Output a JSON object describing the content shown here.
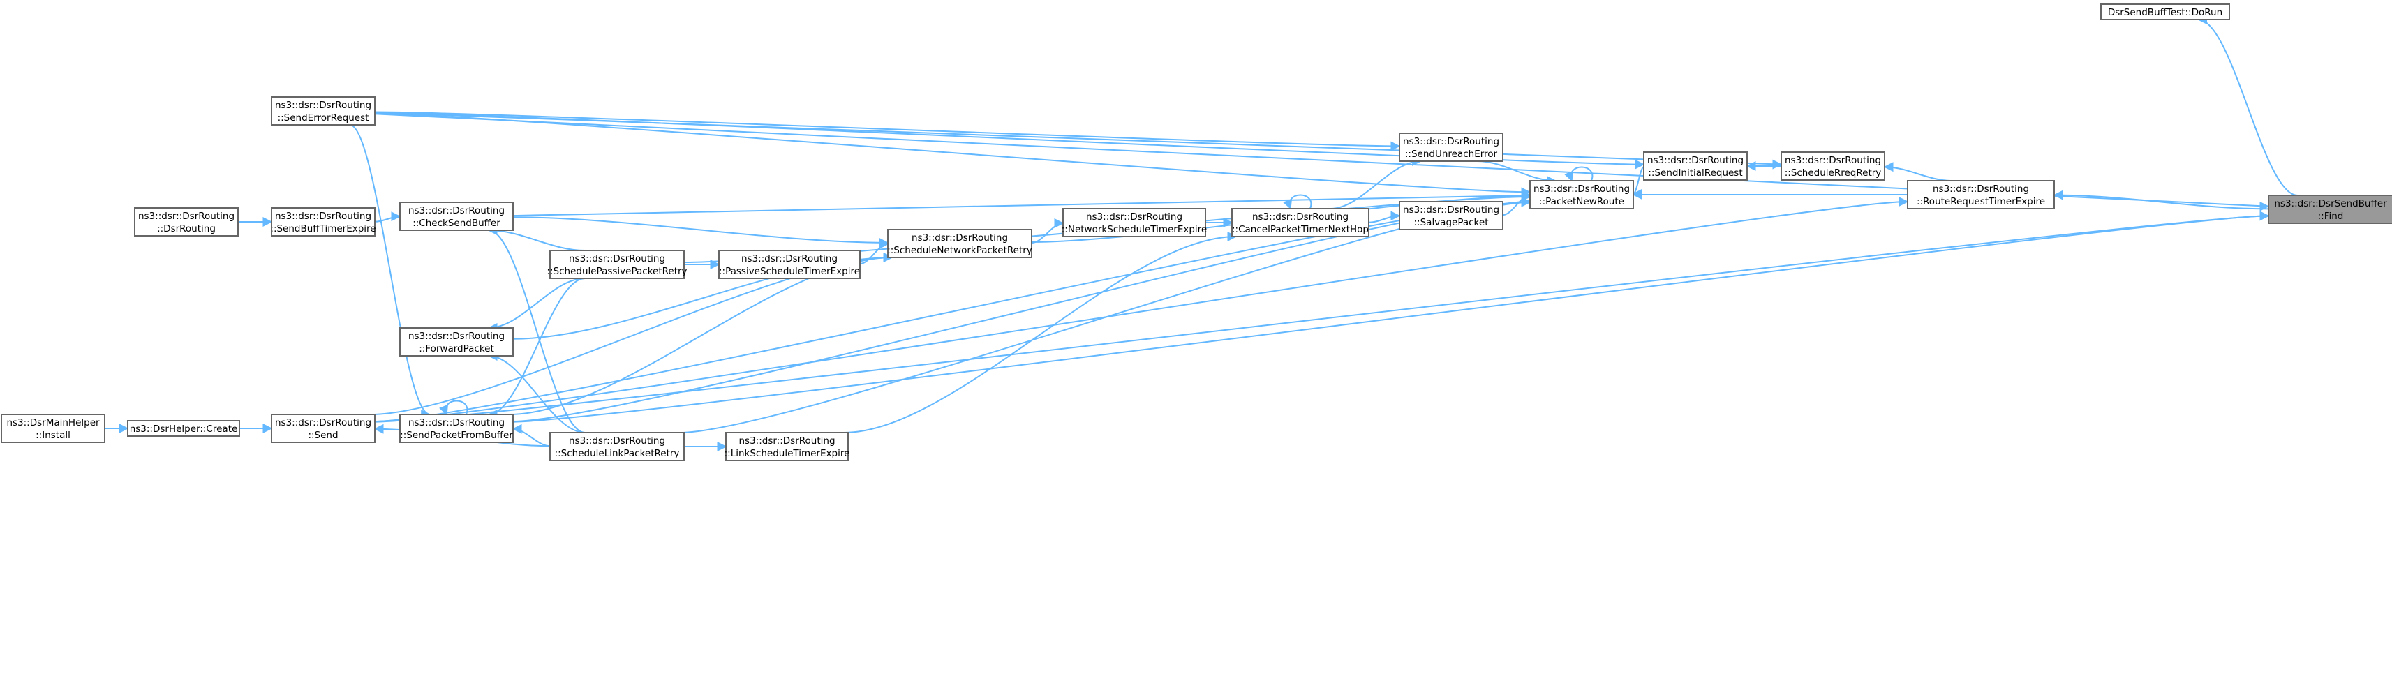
{
  "graph": {
    "nodes": [
      {
        "id": "find",
        "lines": [
          "ns3::dsr::DsrSendBuffer",
          "::Find"
        ],
        "highlight": true
      },
      {
        "id": "dorun",
        "lines": [
          "DsrSendBuffTest::DoRun"
        ]
      },
      {
        "id": "rrte",
        "lines": [
          "ns3::dsr::DsrRouting",
          "::RouteRequestTimerExpire"
        ]
      },
      {
        "id": "srr",
        "lines": [
          "ns3::dsr::DsrRouting",
          "::ScheduleRreqRetry"
        ]
      },
      {
        "id": "sir",
        "lines": [
          "ns3::dsr::DsrRouting",
          "::SendInitialRequest"
        ]
      },
      {
        "id": "pnr",
        "lines": [
          "ns3::dsr::DsrRouting",
          "::PacketNewRoute"
        ]
      },
      {
        "id": "sue",
        "lines": [
          "ns3::dsr::DsrRouting",
          "::SendUnreachError"
        ]
      },
      {
        "id": "salv",
        "lines": [
          "ns3::dsr::DsrRouting",
          "::SalvagePacket"
        ]
      },
      {
        "id": "cptnh",
        "lines": [
          "ns3::dsr::DsrRouting",
          "::CancelPacketTimerNextHop"
        ]
      },
      {
        "id": "nste",
        "lines": [
          "ns3::dsr::DsrRouting",
          "::NetworkScheduleTimerExpire"
        ]
      },
      {
        "id": "snpr",
        "lines": [
          "ns3::dsr::DsrRouting",
          "::ScheduleNetworkPacketRetry"
        ]
      },
      {
        "id": "pste",
        "lines": [
          "ns3::dsr::DsrRouting",
          "::PassiveScheduleTimerExpire"
        ]
      },
      {
        "id": "lste",
        "lines": [
          "ns3::dsr::DsrRouting",
          "::LinkScheduleTimerExpire"
        ]
      },
      {
        "id": "sppr",
        "lines": [
          "ns3::dsr::DsrRouting",
          "::SchedulePassivePacketRetry"
        ]
      },
      {
        "id": "slpr",
        "lines": [
          "ns3::dsr::DsrRouting",
          "::ScheduleLinkPacketRetry"
        ]
      },
      {
        "id": "csb",
        "lines": [
          "ns3::dsr::DsrRouting",
          "::CheckSendBuffer"
        ]
      },
      {
        "id": "fwd",
        "lines": [
          "ns3::dsr::DsrRouting",
          "::ForwardPacket"
        ]
      },
      {
        "id": "spfb",
        "lines": [
          "ns3::dsr::DsrRouting",
          "::SendPacketFromBuffer"
        ]
      },
      {
        "id": "ser",
        "lines": [
          "ns3::dsr::DsrRouting",
          "::SendErrorRequest"
        ]
      },
      {
        "id": "sbte",
        "lines": [
          "ns3::dsr::DsrRouting",
          "::SendBuffTimerExpire"
        ]
      },
      {
        "id": "ctor",
        "lines": [
          "ns3::dsr::DsrRouting",
          "::DsrRouting"
        ]
      },
      {
        "id": "send",
        "lines": [
          "ns3::dsr::DsrRouting",
          "::Send"
        ]
      },
      {
        "id": "create",
        "lines": [
          "ns3::DsrHelper::Create"
        ]
      },
      {
        "id": "install",
        "lines": [
          "ns3::DsrMainHelper",
          "::Install"
        ]
      }
    ],
    "edges": [
      [
        "dorun",
        "find"
      ],
      [
        "rrte",
        "find"
      ],
      [
        "srr",
        "rrte"
      ],
      [
        "sir",
        "srr"
      ],
      [
        "pnr",
        "sir"
      ],
      [
        "pnr",
        "rrte"
      ],
      [
        "pnr",
        "sue"
      ],
      [
        "pnr",
        "salv"
      ],
      [
        "pnr",
        "pnr"
      ],
      [
        "sue",
        "cptnh"
      ],
      [
        "salv",
        "cptnh"
      ],
      [
        "cptnh",
        "cptnh"
      ],
      [
        "cptnh",
        "nste"
      ],
      [
        "nste",
        "snpr"
      ],
      [
        "pnr",
        "snpr"
      ],
      [
        "snpr",
        "pste"
      ],
      [
        "pste",
        "sppr"
      ],
      [
        "pnr",
        "sppr"
      ],
      [
        "lste",
        "slpr"
      ],
      [
        "pnr",
        "slpr"
      ],
      [
        "cptnh",
        "lste"
      ],
      [
        "snpr",
        "csb"
      ],
      [
        "snpr",
        "fwd"
      ],
      [
        "snpr",
        "send"
      ],
      [
        "snpr",
        "spfb"
      ],
      [
        "csb",
        "sppr"
      ],
      [
        "fwd",
        "sppr"
      ],
      [
        "spfb",
        "sppr"
      ],
      [
        "csb",
        "slpr"
      ],
      [
        "fwd",
        "slpr"
      ],
      [
        "spfb",
        "slpr"
      ],
      [
        "send",
        "slpr"
      ],
      [
        "spfb",
        "spfb"
      ],
      [
        "spfb",
        "ser"
      ],
      [
        "pnr",
        "csb"
      ],
      [
        "pnr",
        "send"
      ],
      [
        "rrte",
        "send"
      ],
      [
        "srr",
        "ser"
      ],
      [
        "sir",
        "ser"
      ],
      [
        "sue",
        "ser"
      ],
      [
        "pnr",
        "ser"
      ],
      [
        "find",
        "ser"
      ],
      [
        "find",
        "spfb"
      ],
      [
        "find",
        "send"
      ],
      [
        "csb",
        "sbte"
      ],
      [
        "sbte",
        "ctor"
      ],
      [
        "send",
        "create"
      ],
      [
        "create",
        "install"
      ],
      [
        "pnr",
        "spfb"
      ]
    ]
  }
}
